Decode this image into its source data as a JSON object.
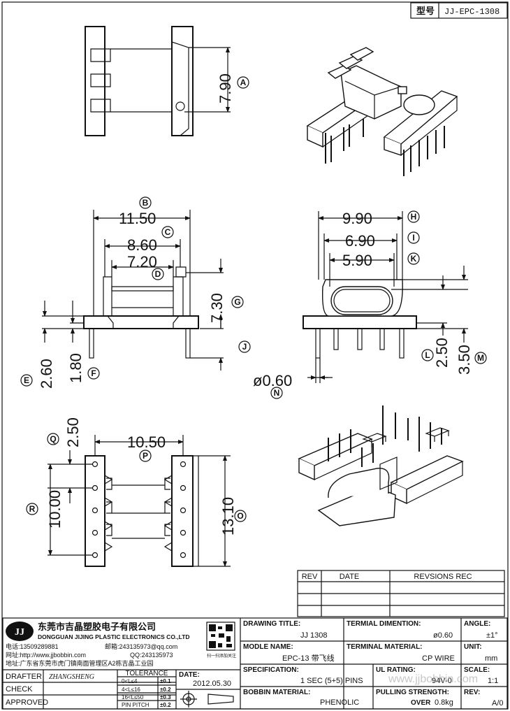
{
  "part_header": {
    "label": "型号",
    "value": "JJ-EPC-1308"
  },
  "dimensions": {
    "a": "7.90",
    "b": "11.50",
    "c": "8.60",
    "d": "7.20",
    "e": "2.60",
    "f": "1.80",
    "g": "7.30",
    "h": "9.90",
    "i": "6.90",
    "j": "",
    "k": "5.90",
    "l": "2.50",
    "m": "3.50",
    "n": "ø0.60",
    "o": "13.10",
    "p": "10.50",
    "q": "2.50",
    "r": "10.00"
  },
  "callouts": [
    "A",
    "B",
    "C",
    "D",
    "E",
    "F",
    "G",
    "H",
    "I",
    "J",
    "K",
    "L",
    "M",
    "N",
    "O",
    "P",
    "Q",
    "R"
  ],
  "revision_table": {
    "headers": [
      "REV",
      "DATE",
      "REVSIONS REC"
    ]
  },
  "company": {
    "logo_text": "JJ",
    "name_cn": "东莞市吉晶塑胶电子有限公司",
    "name_en": "DONGGUAN JIJING PLASTIC ELECTRONICS CO.,LTD",
    "phone": "电话:13509289881",
    "email": "邮箱:243135973@qq.com",
    "website": "网址:http://www.jjbobbin.com",
    "qq": "QQ:243135973",
    "address": "地址:广东省东莞市虎门镇南面管理区A2栋吉晶工业园",
    "qr_caption": "扫一扫添加关注"
  },
  "title_block": {
    "drawing_title_label": "DRAWING TITLE:",
    "drawing_title": "JJ 1308",
    "terminal_dimention_label": "TERMIAL DIMENTION:",
    "terminal_dimention": "ø0.60",
    "angle_label": "ANGLE:",
    "angle": "±1°",
    "model_name_label": "MODLE NAME:",
    "model_name": "EPC-13 带飞线",
    "terminal_material_label": "TERMINAL MATERIAL:",
    "terminal_material": "CP WIRE",
    "unit_label": "UNIT:",
    "unit": "mm",
    "specification_label": "SPECIFICATION:",
    "specification": "1 SEC (5+5) PINS",
    "ul_rating_label": "UL RATING:",
    "ul_rating": "94V-0",
    "scale_label": "SCALE:",
    "scale": "1:1",
    "bobbin_material_label": "BOBBIN  MATERIAL:",
    "bobbin_material": "PHENOLIC",
    "pulling_strength_label": "PULLING STRENGTH:",
    "pulling_strength_over": "OVER",
    "pulling_strength": "0.8kg",
    "rev_label": "REV:",
    "rev": "A/0",
    "drafter_label": "DRAFTER",
    "drafter": "ZHANGSHENG",
    "check_label": "CHECK",
    "approved_label": "APPROVED",
    "tolerance_label": "TOLERANCE",
    "tolerance_rows": [
      {
        "range": "0<L≤4",
        "value": "±0.1"
      },
      {
        "range": "4<L≤16",
        "value": "±0.2"
      },
      {
        "range": "16<L≤50",
        "value": "±0.3"
      },
      {
        "range": "PIN PITCH",
        "value": "±0.2"
      }
    ],
    "date_label": "DATE:",
    "date": "2012.05.30"
  },
  "watermark": "www.jjbobbin.com"
}
